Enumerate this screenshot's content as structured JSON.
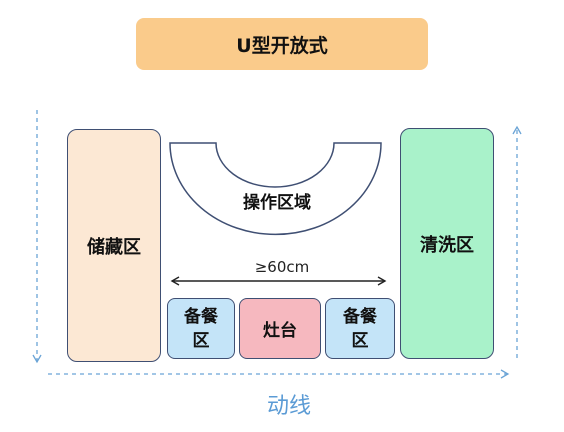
{
  "title": "U型开放式",
  "zones": {
    "storage": "储藏区",
    "wash": "清洗区",
    "prep_top": "备餐",
    "prep_bottom": "区",
    "stove": "灶台",
    "operation": "操作区域"
  },
  "dimension": "≥60cm",
  "flow_label": "动线",
  "colors": {
    "title_bg": "#FACB8B",
    "storage_bg": "#FCE8D4",
    "wash_bg": "#A9F2CA",
    "prep_bg": "#C4E4F8",
    "stove_bg": "#F6B8BF",
    "flow_arrow": "#6BA4D6"
  }
}
